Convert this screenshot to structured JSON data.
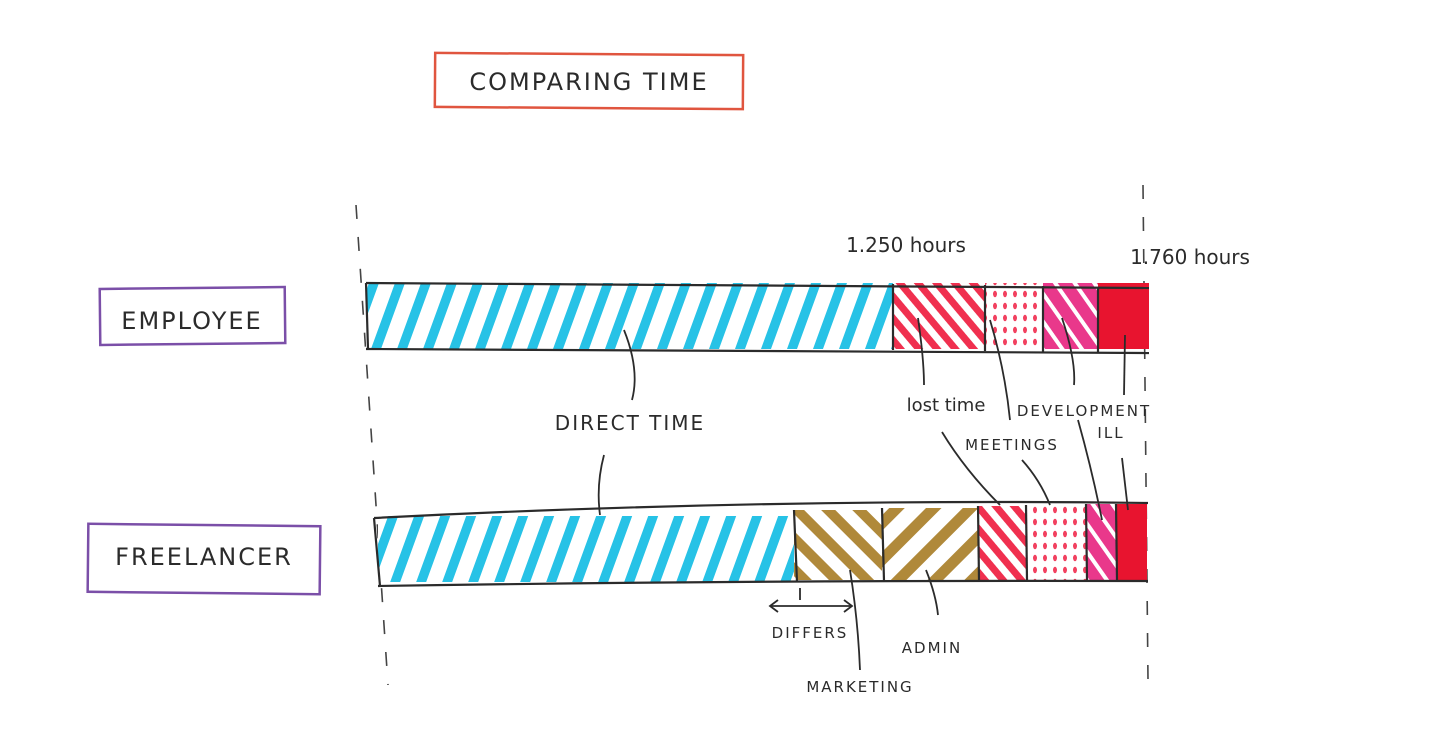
{
  "title": "COMPARING TIME",
  "rows": [
    {
      "label": "EMPLOYEE",
      "segments": [
        {
          "name": "direct-time",
          "pattern": "blue-diag"
        },
        {
          "name": "lost-time",
          "pattern": "red-diag"
        },
        {
          "name": "meetings",
          "pattern": "red-dots"
        },
        {
          "name": "development",
          "pattern": "pink-blob"
        },
        {
          "name": "ill",
          "pattern": "red-solid"
        }
      ]
    },
    {
      "label": "FREELANCER",
      "segments": [
        {
          "name": "direct-time",
          "pattern": "blue-diag"
        },
        {
          "name": "marketing",
          "pattern": "gold-diag"
        },
        {
          "name": "admin",
          "pattern": "gold-cross"
        },
        {
          "name": "lost-time",
          "pattern": "red-diag"
        },
        {
          "name": "meetings",
          "pattern": "red-dots"
        },
        {
          "name": "development",
          "pattern": "pink-blob"
        },
        {
          "name": "ill",
          "pattern": "red-solid"
        }
      ]
    }
  ],
  "markers": {
    "mid": "1.250 hours",
    "end": "1.760 hours"
  },
  "annotations": {
    "direct_time": "DIRECT TIME",
    "lost_time": "lost time",
    "meetings": "MEETINGS",
    "development": "DEVELOPMENT",
    "ill": "ILL",
    "differs": "DIFFERS",
    "admin": "ADMIN",
    "marketing": "MARKETING"
  },
  "colors": {
    "title_box": "#e0553f",
    "label_box": "#7b4fa8",
    "direct": "#27c2e6",
    "lost": "#f0304f",
    "meetings": "#f2405f",
    "development": "#e9388b",
    "ill": "#e8142f",
    "marketing": "#b0893a",
    "admin": "#b0893a",
    "ink": "#2b2b2b"
  }
}
